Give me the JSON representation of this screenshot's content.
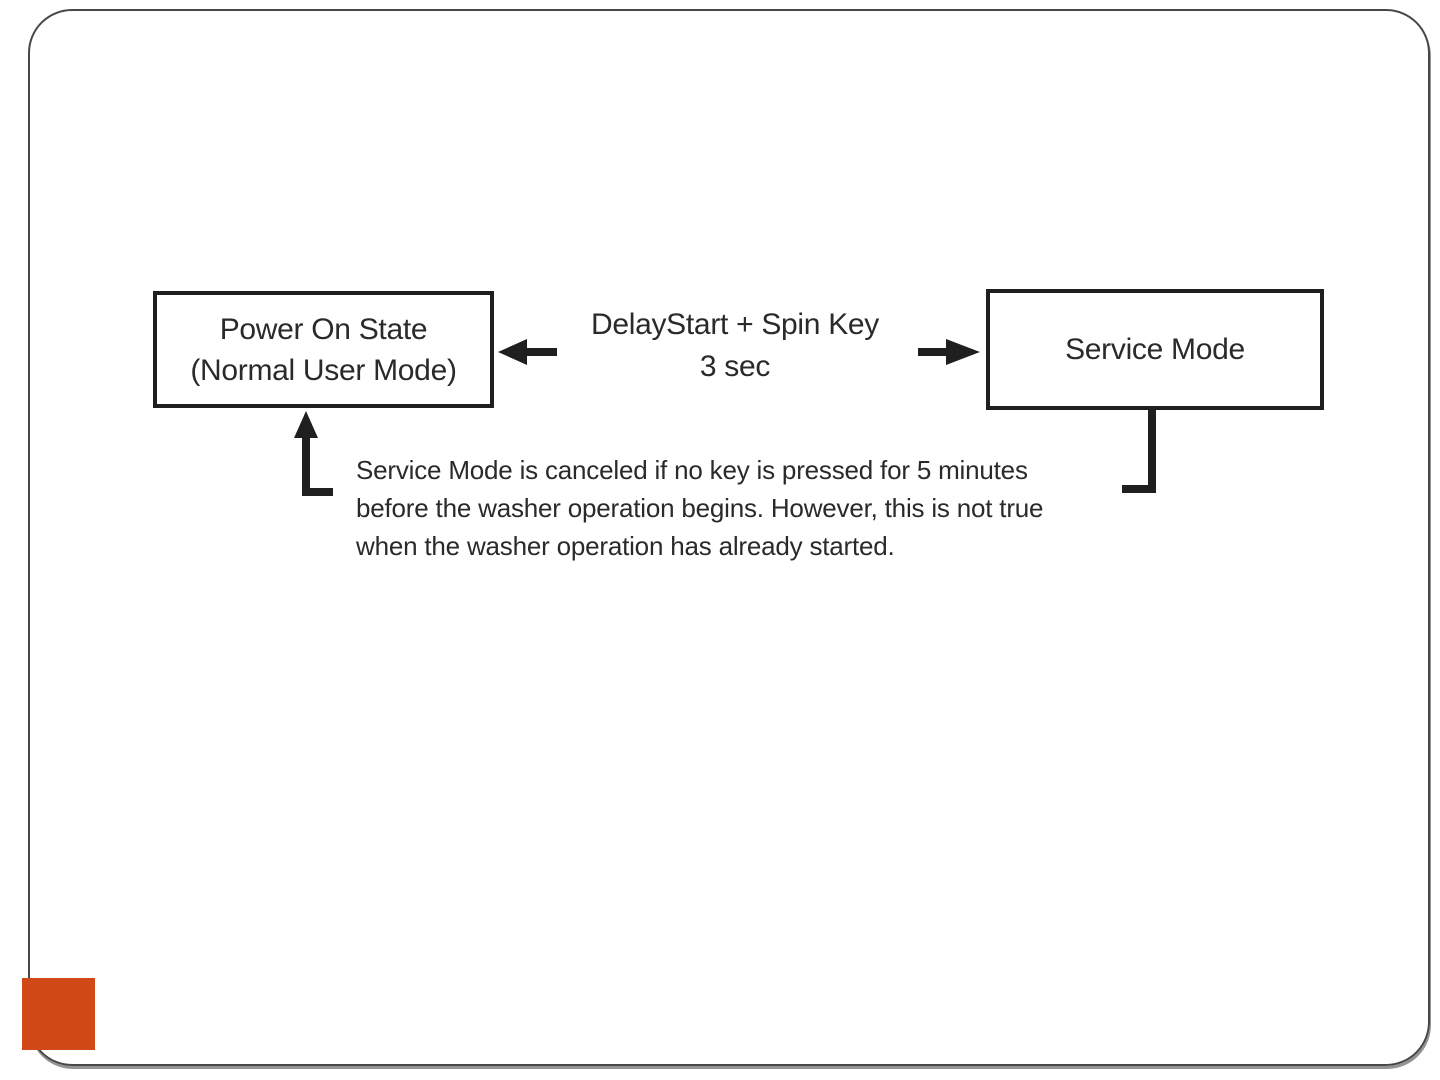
{
  "theme": {
    "ink": "#1f1f1f",
    "text": "#2a2a2a",
    "accent": "#d14916",
    "frame": "#474747",
    "frame_shadow": "#949494",
    "background": "#ffffff"
  },
  "diagram": {
    "power_box": {
      "line1": "Power On State",
      "line2": "(Normal User Mode)"
    },
    "service_box": {
      "label": "Service Mode"
    },
    "transition": {
      "keys": "DelayStart + Spin Key",
      "duration": "3 sec"
    },
    "note": {
      "lines": [
        "Service Mode is canceled if no key is pressed for 5 minutes",
        "before the washer operation begins. However, this is not true",
        "when the washer operation has already started."
      ]
    }
  }
}
